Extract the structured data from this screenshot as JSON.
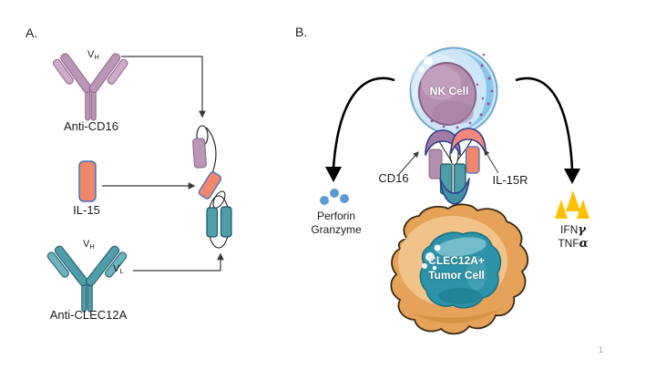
{
  "page": {
    "page_number": "1",
    "background": "#ffffff"
  },
  "panels": {
    "a": {
      "label": "A.",
      "anti_cd16_label": "Anti-CD16",
      "il15_label": "IL-15",
      "anti_clec12a_label": "Anti-CLEC12A",
      "cd16_vh": {
        "main": "V",
        "sub": "H"
      },
      "clec_vh": {
        "main": "V",
        "sub": "H"
      },
      "clec_vl": {
        "main": "V",
        "sub": "L"
      }
    },
    "b": {
      "label": "B.",
      "nk_cell_label": "NK Cell",
      "cd16_label": "CD16",
      "il15r_label": "IL-15R",
      "perforin_line1": "Perforin",
      "perforin_line2": "Granzyme",
      "ifn_prefix": "IFN",
      "ifn_greek": "γ",
      "tnf_prefix": "TNF",
      "tnf_greek": "α",
      "tumor_line1": "CLEC12A+",
      "tumor_line2": "Tumor Cell"
    }
  },
  "icons": [
    "anti-cd16-antibody-icon",
    "il15-molecule-icon",
    "anti-clec12a-antibody-icon",
    "trike-construct-icon",
    "nk-cell-icon",
    "cd16-receptor-icon",
    "il15r-receptor-icon",
    "clec12a-receptor-icon",
    "tumor-cell-icon",
    "perforin-granzyme-dots-icon",
    "cytokine-triangles-icon",
    "curved-arrow-icon"
  ],
  "colors": {
    "mauve": "#bb95b6",
    "mauve_stroke": "#8a6386",
    "salmon": "#f0876a",
    "salmon_border": "#4472c4",
    "teal": "#4f9dab",
    "teal_stroke": "#1d5560",
    "receptor_outline_navy": "#2e3f90",
    "cd16_crescent": "#a07ca6",
    "il15r_crescent": "#f5877d",
    "nk_outer_blue": "#cde6f7",
    "nk_ring_blue": "#6fa8d2",
    "nk_inner_crescent": "#84c4e8",
    "nk_nucleus": "#b58fb0",
    "nk_nucleus_stroke": "#8a5f84",
    "tumor_orange": "#e5a258",
    "tumor_light": "#f2c791",
    "tumor_outline": "#3a2a15",
    "tumor_nucleus_teal": "#2d93a8",
    "dot_blue": "#5b9bd5",
    "triangle_yellow": "#ffc000",
    "arrow_black": "#000000",
    "line_gray": "#3a3a3a"
  }
}
